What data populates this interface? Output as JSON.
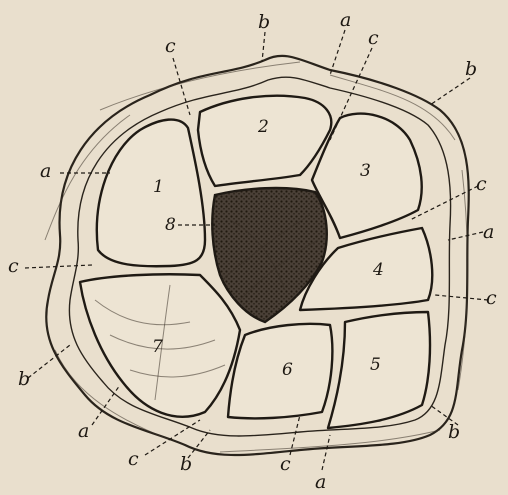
{
  "cell_numbers": [
    "1",
    "2",
    "3",
    "4",
    "5",
    "6",
    "7",
    "8"
  ],
  "labels": {
    "a": "a",
    "b": "b",
    "c": "c"
  },
  "colors": {
    "paper": "#e9dfcd",
    "ink": "#1f1a14",
    "shaded_cell": "#3b332b"
  }
}
